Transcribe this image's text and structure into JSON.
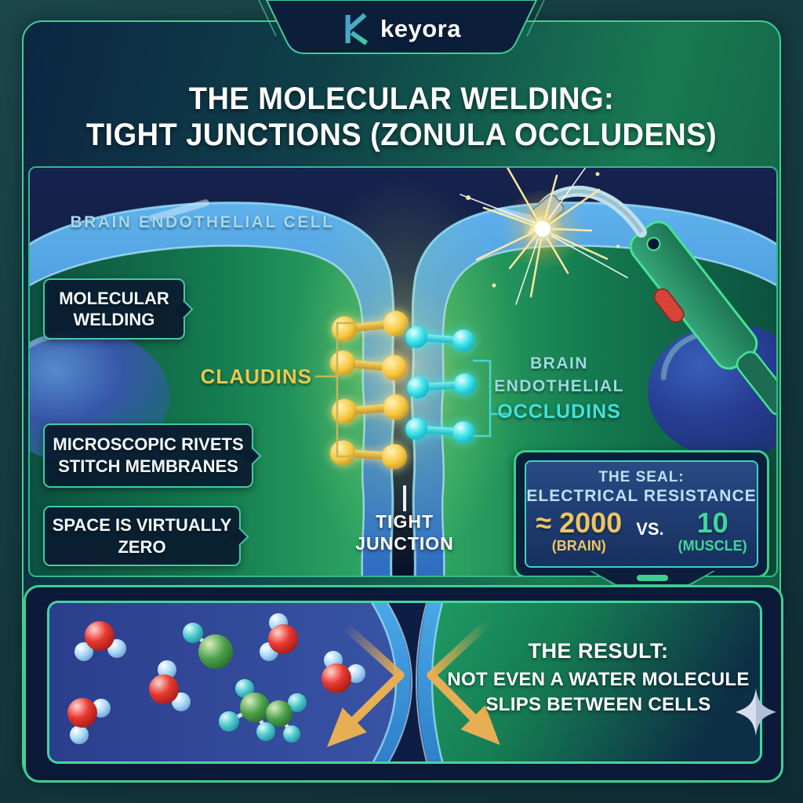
{
  "brand": {
    "name": "keyora"
  },
  "title": {
    "line1": "THE MOLECULAR WELDING:",
    "line2": "TIGHT JUNCTIONS (ZONULA OCCLUDENS)"
  },
  "cell_label": "BRAIN ENDOTHELIAL CELL",
  "callouts": {
    "molecular_welding": {
      "line1": "MOLECULAR",
      "line2": "WELDING"
    },
    "rivets": {
      "line1": "MICROSCOPIC RIVETS",
      "line2": "STITCH MEMBRANES"
    },
    "space": {
      "line1": "SPACE IS VIRTUALLY",
      "line2": "ZERO"
    }
  },
  "labels": {
    "claudins": "CLAUDINS",
    "brain": "BRAIN",
    "endothelial": "ENDOTHELIAL",
    "occludins": "OCCLUDINS",
    "tight1": "TIGHT",
    "tight2": "JUNCTION"
  },
  "seal": {
    "title1": "THE SEAL:",
    "title2": "ELECTRICAL RESISTANCE",
    "brain_value": "≈ 2000",
    "brain_label": "(BRAIN)",
    "vs": "VS.",
    "muscle_value": "10",
    "muscle_label": "(MUSCLE)"
  },
  "result": {
    "line1": "THE RESULT:",
    "line2": "NOT EVEN A WATER MOLECULE",
    "line3": "SLIPS BETWEEN CELLS"
  },
  "icons": {
    "logo": "keyora-k-monogram",
    "torch": "welding-torch",
    "spark": "weld-spark",
    "star": "four-point-sparkle"
  },
  "colors": {
    "accent_green": "#3fcf92",
    "gold": "#e8c558",
    "cyan": "#3fe3da",
    "light_blue": "#a5d8ef",
    "navy": "#0b1c38",
    "membrane_blue": "#3a86d0",
    "white": "#ffffff"
  }
}
